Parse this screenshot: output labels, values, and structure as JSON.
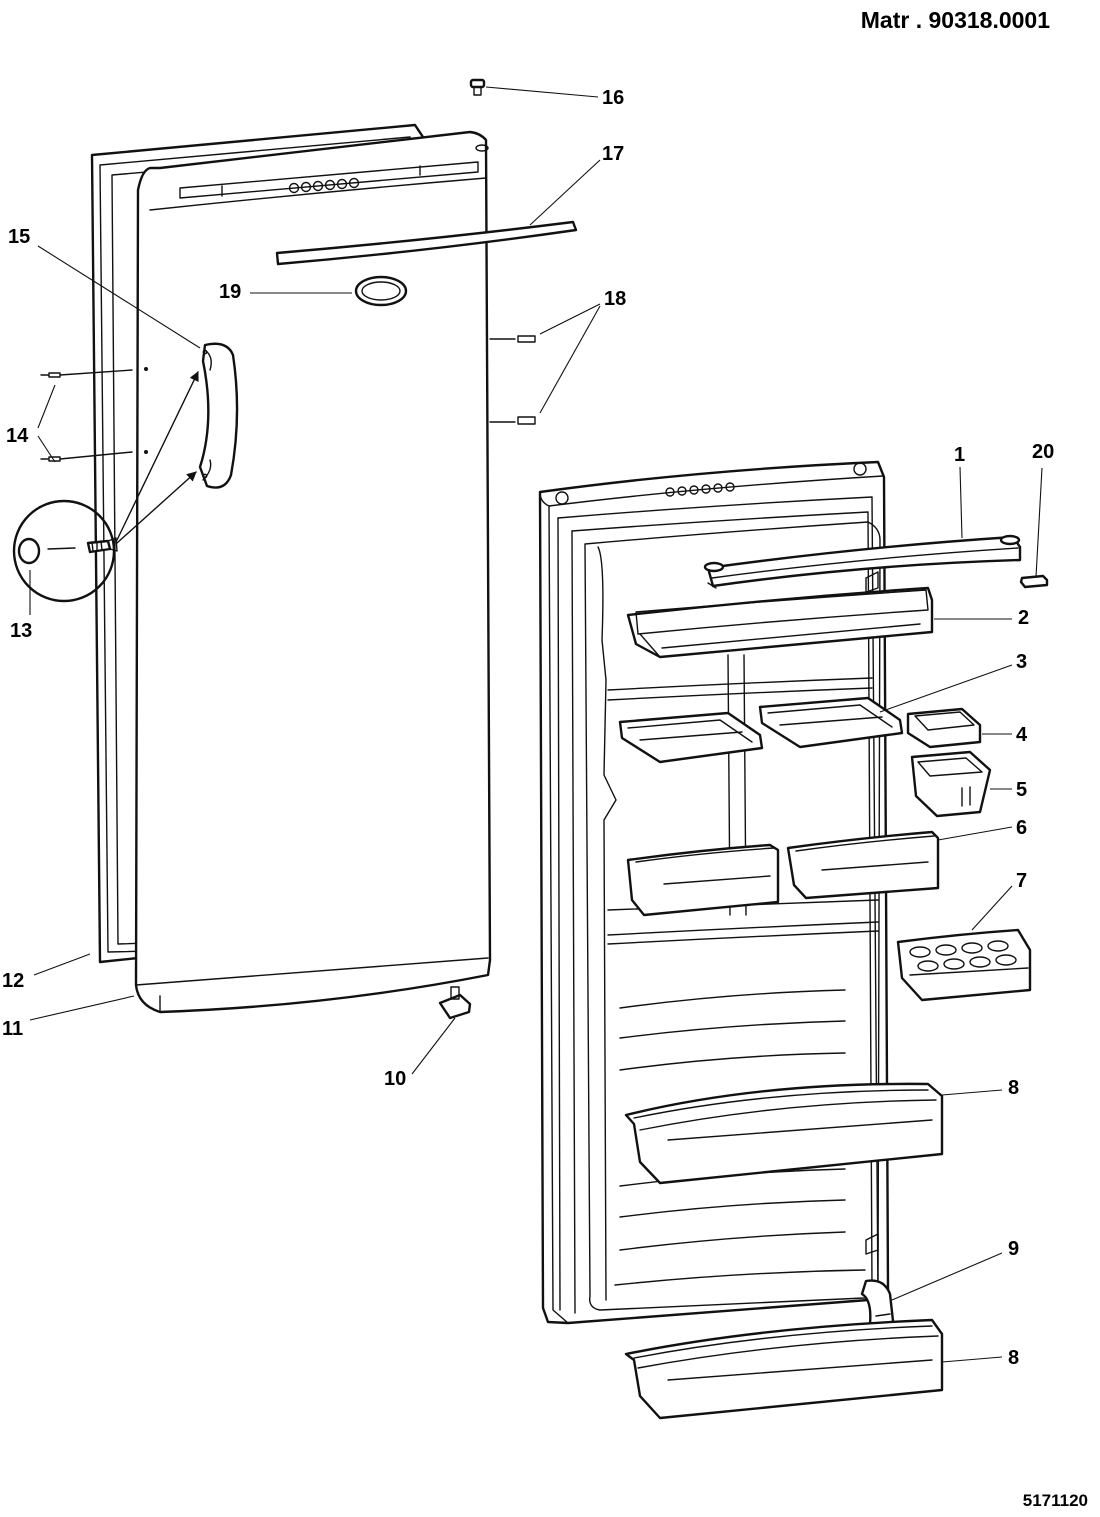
{
  "header": {
    "title": "Matr . 90318.0001"
  },
  "footer": {
    "code": "5171120"
  },
  "callouts": {
    "c1": "1",
    "c2": "2",
    "c3": "3",
    "c4": "4",
    "c5": "5",
    "c6": "6",
    "c7": "7",
    "c8a": "8",
    "c8b": "8",
    "c9": "9",
    "c10": "10",
    "c11": "11",
    "c12": "12",
    "c13": "13",
    "c14": "14",
    "c15": "15",
    "c16": "16",
    "c17": "17",
    "c18": "18",
    "c19": "19",
    "c20": "20"
  }
}
